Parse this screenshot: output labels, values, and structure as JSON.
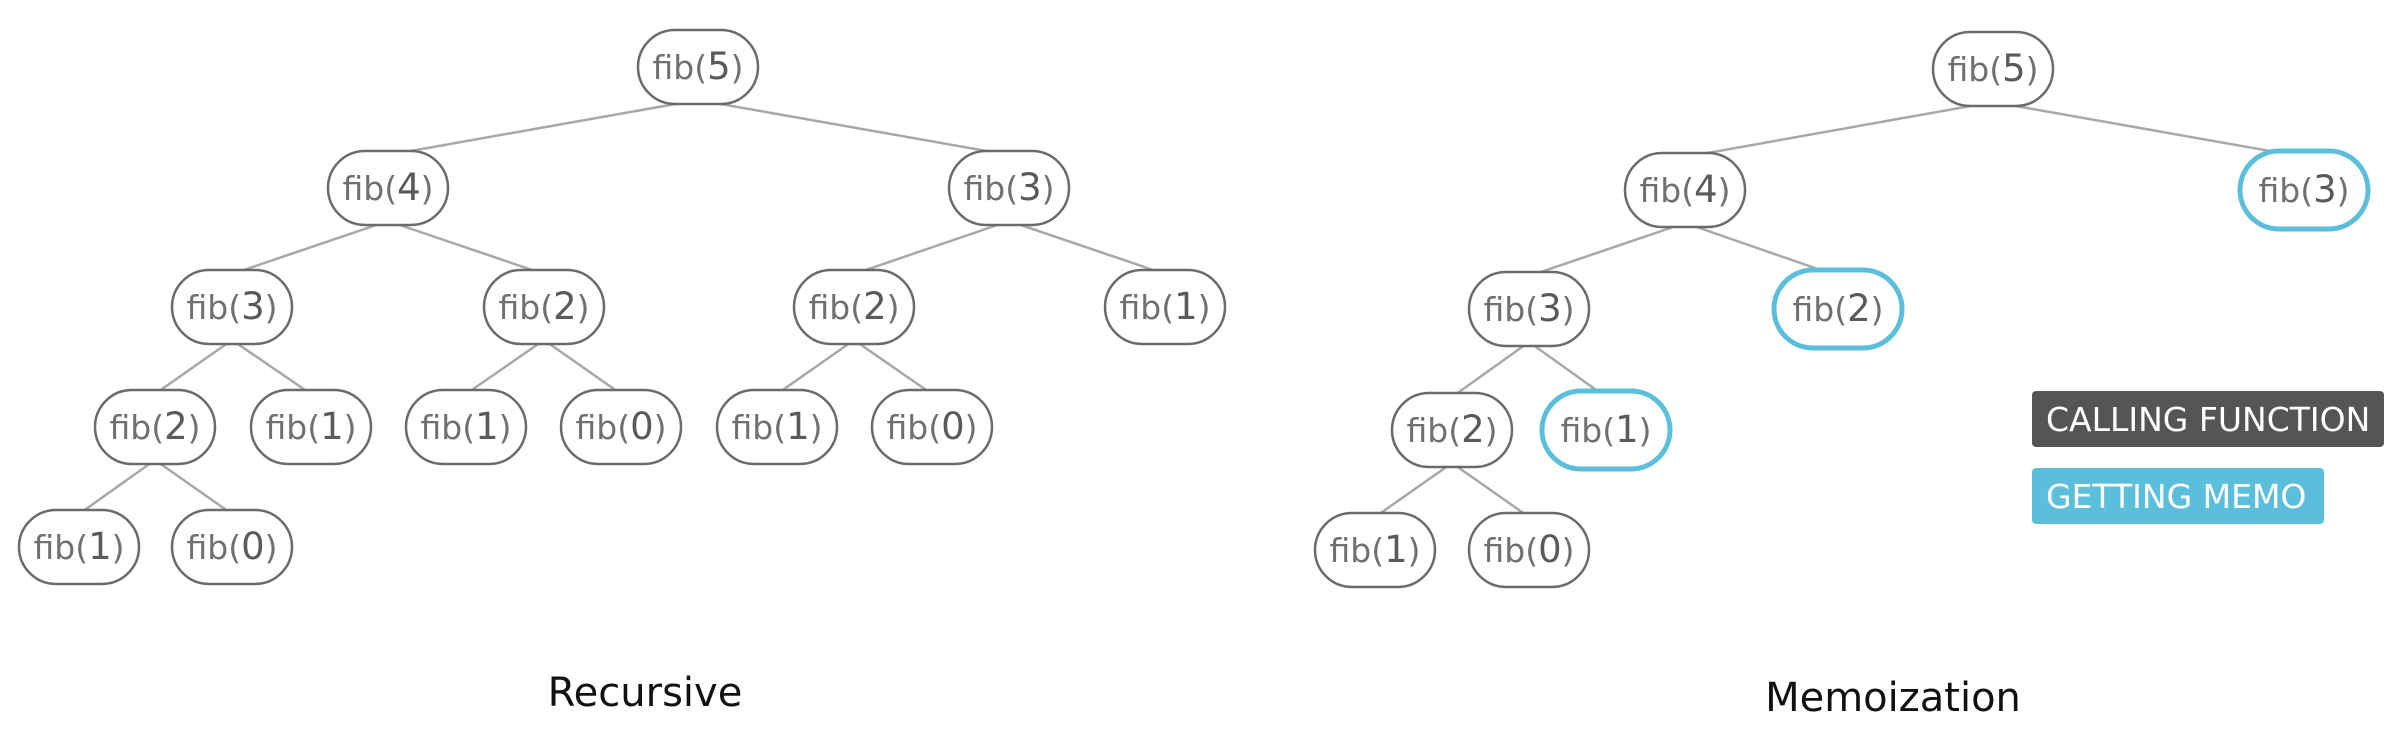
{
  "recursive": {
    "caption": "Recursive",
    "nodes": [
      {
        "id": "r5",
        "fn": "fib",
        "arg": "5",
        "type": "call"
      },
      {
        "id": "r4",
        "fn": "fib",
        "arg": "4",
        "type": "call"
      },
      {
        "id": "r3a",
        "fn": "fib",
        "arg": "3",
        "type": "call"
      },
      {
        "id": "r3b",
        "fn": "fib",
        "arg": "3",
        "type": "call"
      },
      {
        "id": "r2a",
        "fn": "fib",
        "arg": "2",
        "type": "call"
      },
      {
        "id": "r2b",
        "fn": "fib",
        "arg": "2",
        "type": "call"
      },
      {
        "id": "r2c",
        "fn": "fib",
        "arg": "2",
        "type": "call"
      },
      {
        "id": "r1a",
        "fn": "fib",
        "arg": "1",
        "type": "call"
      },
      {
        "id": "r1b",
        "fn": "fib",
        "arg": "1",
        "type": "call"
      },
      {
        "id": "r1c",
        "fn": "fib",
        "arg": "1",
        "type": "call"
      },
      {
        "id": "r1d",
        "fn": "fib",
        "arg": "1",
        "type": "call"
      },
      {
        "id": "r1e",
        "fn": "fib",
        "arg": "1",
        "type": "call"
      },
      {
        "id": "r0a",
        "fn": "fib",
        "arg": "0",
        "type": "call"
      },
      {
        "id": "r0b",
        "fn": "fib",
        "arg": "0",
        "type": "call"
      },
      {
        "id": "r0c",
        "fn": "fib",
        "arg": "0",
        "type": "call"
      }
    ],
    "edges": [
      [
        "r5",
        "r4"
      ],
      [
        "r5",
        "r3b"
      ],
      [
        "r4",
        "r3a"
      ],
      [
        "r4",
        "r2b"
      ],
      [
        "r3b",
        "r2c"
      ],
      [
        "r3b",
        "r1e"
      ],
      [
        "r3a",
        "r2a"
      ],
      [
        "r3a",
        "r1b"
      ],
      [
        "r2b",
        "r1c"
      ],
      [
        "r2b",
        "r0b"
      ],
      [
        "r2c",
        "r1d"
      ],
      [
        "r2c",
        "r0c"
      ],
      [
        "r2a",
        "r1a"
      ],
      [
        "r2a",
        "r0a"
      ]
    ]
  },
  "memoization": {
    "caption": "Memoization",
    "nodes": [
      {
        "id": "m5",
        "fn": "fib",
        "arg": "5",
        "type": "call"
      },
      {
        "id": "m4",
        "fn": "fib",
        "arg": "4",
        "type": "call"
      },
      {
        "id": "m3m",
        "fn": "fib",
        "arg": "3",
        "type": "memo"
      },
      {
        "id": "m3",
        "fn": "fib",
        "arg": "3",
        "type": "call"
      },
      {
        "id": "m2m",
        "fn": "fib",
        "arg": "2",
        "type": "memo"
      },
      {
        "id": "m2",
        "fn": "fib",
        "arg": "2",
        "type": "call"
      },
      {
        "id": "m1m",
        "fn": "fib",
        "arg": "1",
        "type": "memo"
      },
      {
        "id": "m1",
        "fn": "fib",
        "arg": "1",
        "type": "call"
      },
      {
        "id": "m0",
        "fn": "fib",
        "arg": "0",
        "type": "call"
      }
    ],
    "edges": [
      [
        "m5",
        "m4"
      ],
      [
        "m5",
        "m3m"
      ],
      [
        "m4",
        "m3"
      ],
      [
        "m4",
        "m2m"
      ],
      [
        "m3",
        "m2"
      ],
      [
        "m3",
        "m1m"
      ],
      [
        "m2",
        "m1"
      ],
      [
        "m2",
        "m0"
      ]
    ]
  },
  "legend": {
    "calling_label": "CALLING FUNCTION",
    "memo_label": "GETTING MEMO"
  },
  "colors": {
    "call_stroke": "#6b6b6b",
    "memo_stroke": "#5bbfdc",
    "edge": "#a8a8a8",
    "legend_call_bg": "#555555",
    "legend_memo_bg": "#5bbfdc"
  }
}
